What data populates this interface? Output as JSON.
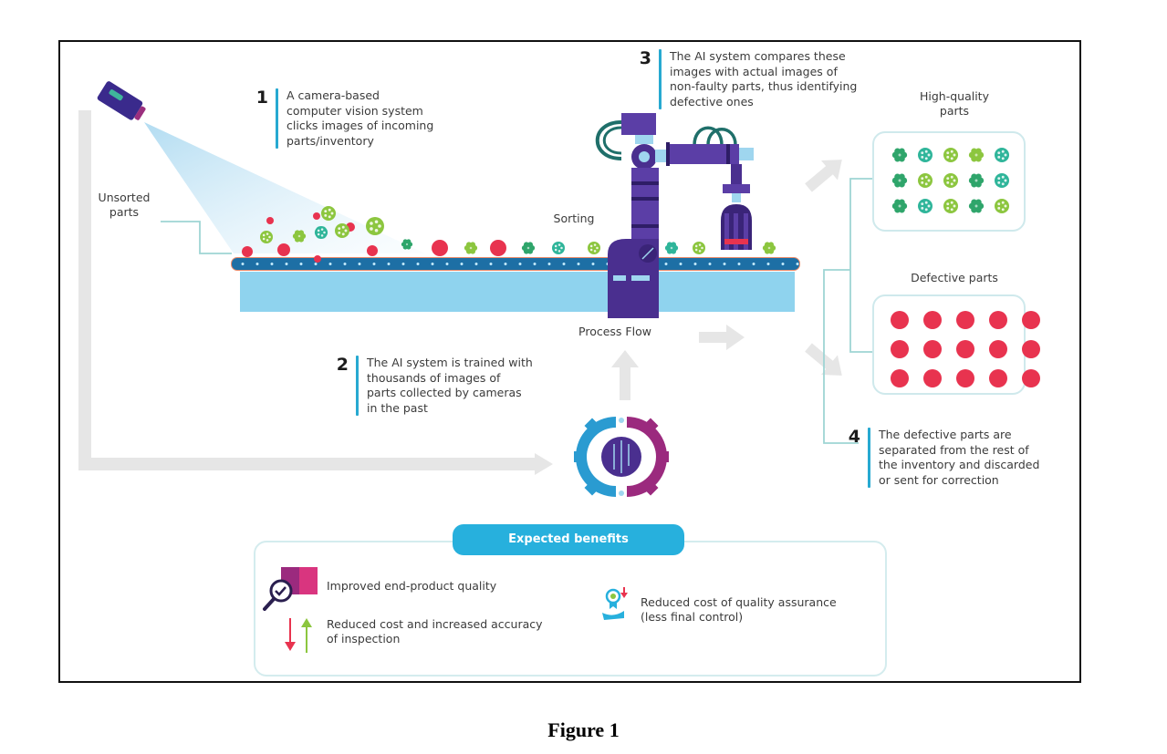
{
  "figure": {
    "caption": "Figure 1"
  },
  "steps": [
    {
      "number": "1",
      "text": "A camera-based\ncomputer vision system\nclicks images of incoming\nparts/inventory"
    },
    {
      "number": "2",
      "text": "The AI system is trained with\nthousands of images of\nparts collected by cameras\nin the past"
    },
    {
      "number": "3",
      "text": "The AI system compares these\nimages with actual images of\nnon-faulty parts, thus identifying\ndefective ones"
    },
    {
      "number": "4",
      "text": "The defective parts are\nseparated from the rest of\nthe inventory and discarded\nor sent for correction"
    }
  ],
  "labels": {
    "unsorted_parts": "Unsorted\nparts",
    "sorting": "Sorting",
    "process_flow": "Process Flow",
    "high_quality_parts": "High-quality\nparts",
    "defective_parts": "Defective parts"
  },
  "benefits": {
    "title": "Expected benefits",
    "items": [
      {
        "icon": "magnifier-check-icon",
        "text": "Improved end-product quality"
      },
      {
        "icon": "down-up-arrows-icon",
        "text": "Reduced cost and increased accuracy\nof inspection"
      },
      {
        "icon": "quality-badge-hand-icon",
        "text": "Reduced cost of quality assurance\n(less final control)"
      }
    ]
  },
  "colors": {
    "accent_blue": "#27b0dd",
    "defect_red": "#e8334f",
    "good_green": "#2fa56b",
    "light_green": "#8cc63f",
    "robot_purple": "#4a2f8f",
    "belt_blue": "#1d6fa5",
    "table_blue": "#8fd3ee"
  }
}
